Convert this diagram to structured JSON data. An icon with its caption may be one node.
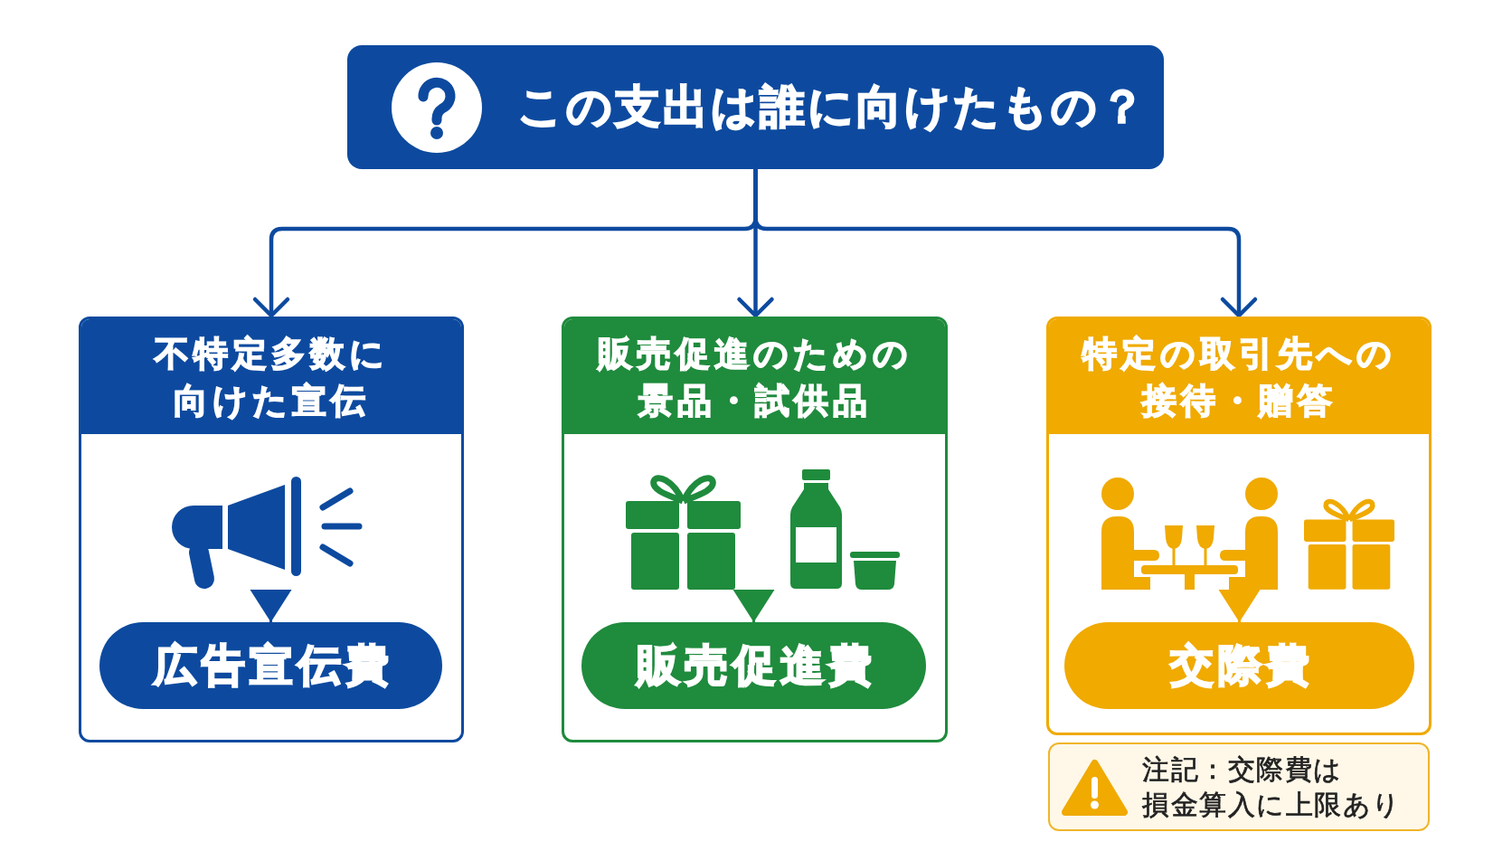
{
  "diagram": {
    "nodes": [
      {
        "text": [
          "この支出は誰に向けたもの？"
        ]
      },
      {
        "text": [
          "不特定多数に向けた宣伝"
        ]
      },
      {
        "text": [],
        "shape": "picture",
        "in": 1
      },
      {
        "text": [
          "広告宣伝費"
        ],
        "in": 1
      },
      {
        "text": [
          "販売促進のための景品・試供品"
        ]
      },
      {
        "text": [],
        "shape": "picture",
        "in": 4
      },
      {
        "text": [
          "販売促進費"
        ],
        "in": 4
      },
      {
        "text": [
          "特定の取引先への接待・贈答"
        ]
      },
      {
        "text": [],
        "shape": "picture",
        "in": 7
      },
      {
        "text": [
          "交際費"
        ],
        "in": 7
      },
      {
        "text": [
          "注記：交際費は損金算入に上限あり"
        ]
      }
    ],
    "edges": [
      {
        "from": 0,
        "to": 1,
        "arrow": "to"
      },
      {
        "from": 0,
        "to": 4,
        "arrow": "to"
      },
      {
        "from": 0,
        "to": 7,
        "arrow": "to"
      },
      {
        "from": 2,
        "to": 3,
        "arrow": "to"
      },
      {
        "from": 5,
        "to": 6,
        "arrow": "to",
        "color": "#1f8b3d"
      },
      {
        "from": 8,
        "to": 9,
        "arrow": "to",
        "color": "#f0aa00"
      }
    ]
  }
}
